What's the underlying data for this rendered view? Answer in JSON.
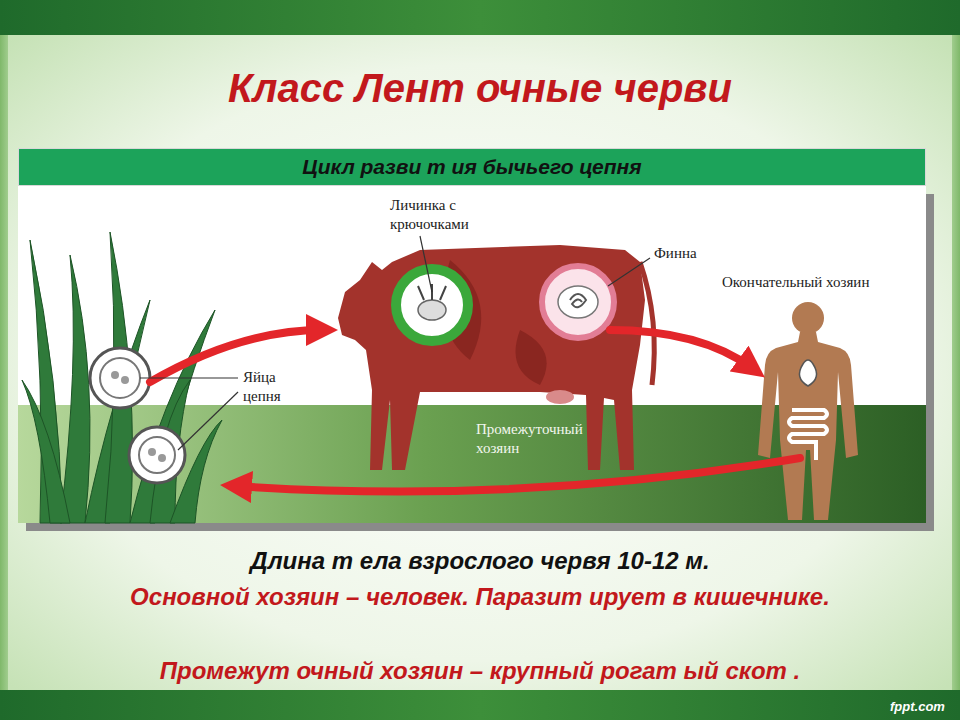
{
  "diagram": {
    "title": "Класс Лент очные черви",
    "nodes": [
      {
        "text": [
          "Цикл разви т ия бычьего цепня"
        ]
      }
    ],
    "edges": [],
    "labels": [
      "Личинка с крючочками",
      "Финна",
      "Окончательный хозяин",
      "Яйца цепня",
      "Промежуточный хозяин",
      "Длина т ела взрослого червя 10-12 м.",
      "Основной хозяин – человек. Паразит ирует в кишечнике.",
      "Промежут очный хозяин – крупный рогат ый скот .",
      "fppt.com"
    ]
  }
}
